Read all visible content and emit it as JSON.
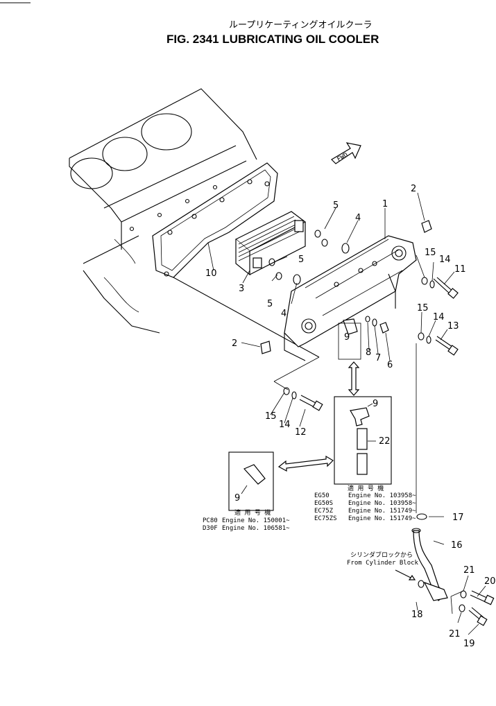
{
  "title": {
    "japanese": "ループリケーティングオイルクーラ",
    "english": "FIG. 2341  LUBRICATING OIL COOLER"
  },
  "fwd_label": "FWD",
  "callouts": [
    "1",
    "2",
    "2",
    "3",
    "4",
    "4",
    "5",
    "5",
    "5",
    "6",
    "7",
    "8",
    "9",
    "9",
    "9",
    "10",
    "11",
    "12",
    "13",
    "14",
    "14",
    "14",
    "15",
    "15",
    "15",
    "16",
    "17",
    "18",
    "19",
    "20",
    "21",
    "21",
    "22"
  ],
  "box_left": {
    "part": "9",
    "header": "適 用 号 機",
    "rows": [
      {
        "model": "PC80",
        "engine": "Engine  No.  150001~"
      },
      {
        "model": "D30F",
        "engine": "Engine  No.  106581~"
      }
    ]
  },
  "box_right": {
    "part_top": "9",
    "part_bottom": "22",
    "header": "適 用 号 機",
    "rows": [
      {
        "model": "EG50",
        "engine": "Engine  No.  103958~"
      },
      {
        "model": "EG50S",
        "engine": "Engine  No.  103958~"
      },
      {
        "model": "EC75Z",
        "engine": "Engine  No.  151749~"
      },
      {
        "model": "EC75ZS",
        "engine": "Engine  No.  151749~"
      }
    ]
  },
  "from_block": {
    "japanese": "シリンダブロックから",
    "english": "From  Cylinder  Block"
  }
}
